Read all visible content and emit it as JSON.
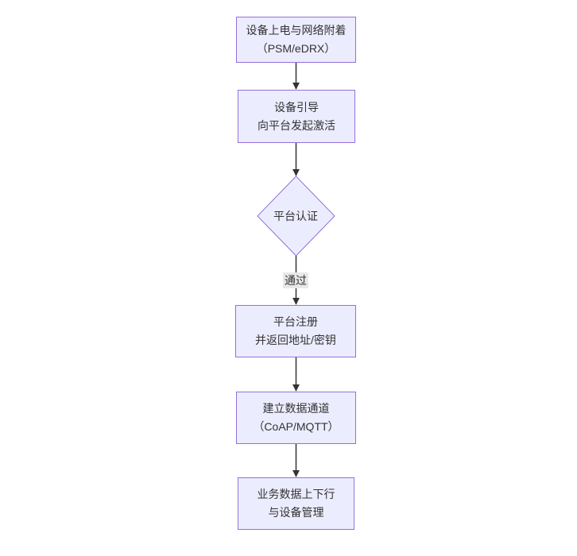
{
  "diagram": {
    "type": "flowchart-top-down",
    "colors": {
      "node_fill": "#ECECFF",
      "node_border": "#9370DB",
      "node_text": "#333333",
      "edge_stroke": "#333333",
      "edge_label_bg": "#e8e8e8",
      "edge_label_text": "#333333",
      "background": "#ffffff"
    },
    "nodes": {
      "power_on": {
        "line1": "设备上电与网络附着",
        "line2": "（PSM/eDRX）"
      },
      "bootstrap": {
        "line1": "设备引导",
        "line2": "向平台发起激活"
      },
      "auth": {
        "label": "平台认证",
        "shape": "diamond"
      },
      "register": {
        "line1": "平台注册",
        "line2": "并返回地址/密钥"
      },
      "channel": {
        "line1": "建立数据通道",
        "line2": "（CoAP/MQTT）"
      },
      "business": {
        "line1": "业务数据上下行",
        "line2": "与设备管理"
      }
    },
    "edges": {
      "pass_label": "通过"
    }
  }
}
